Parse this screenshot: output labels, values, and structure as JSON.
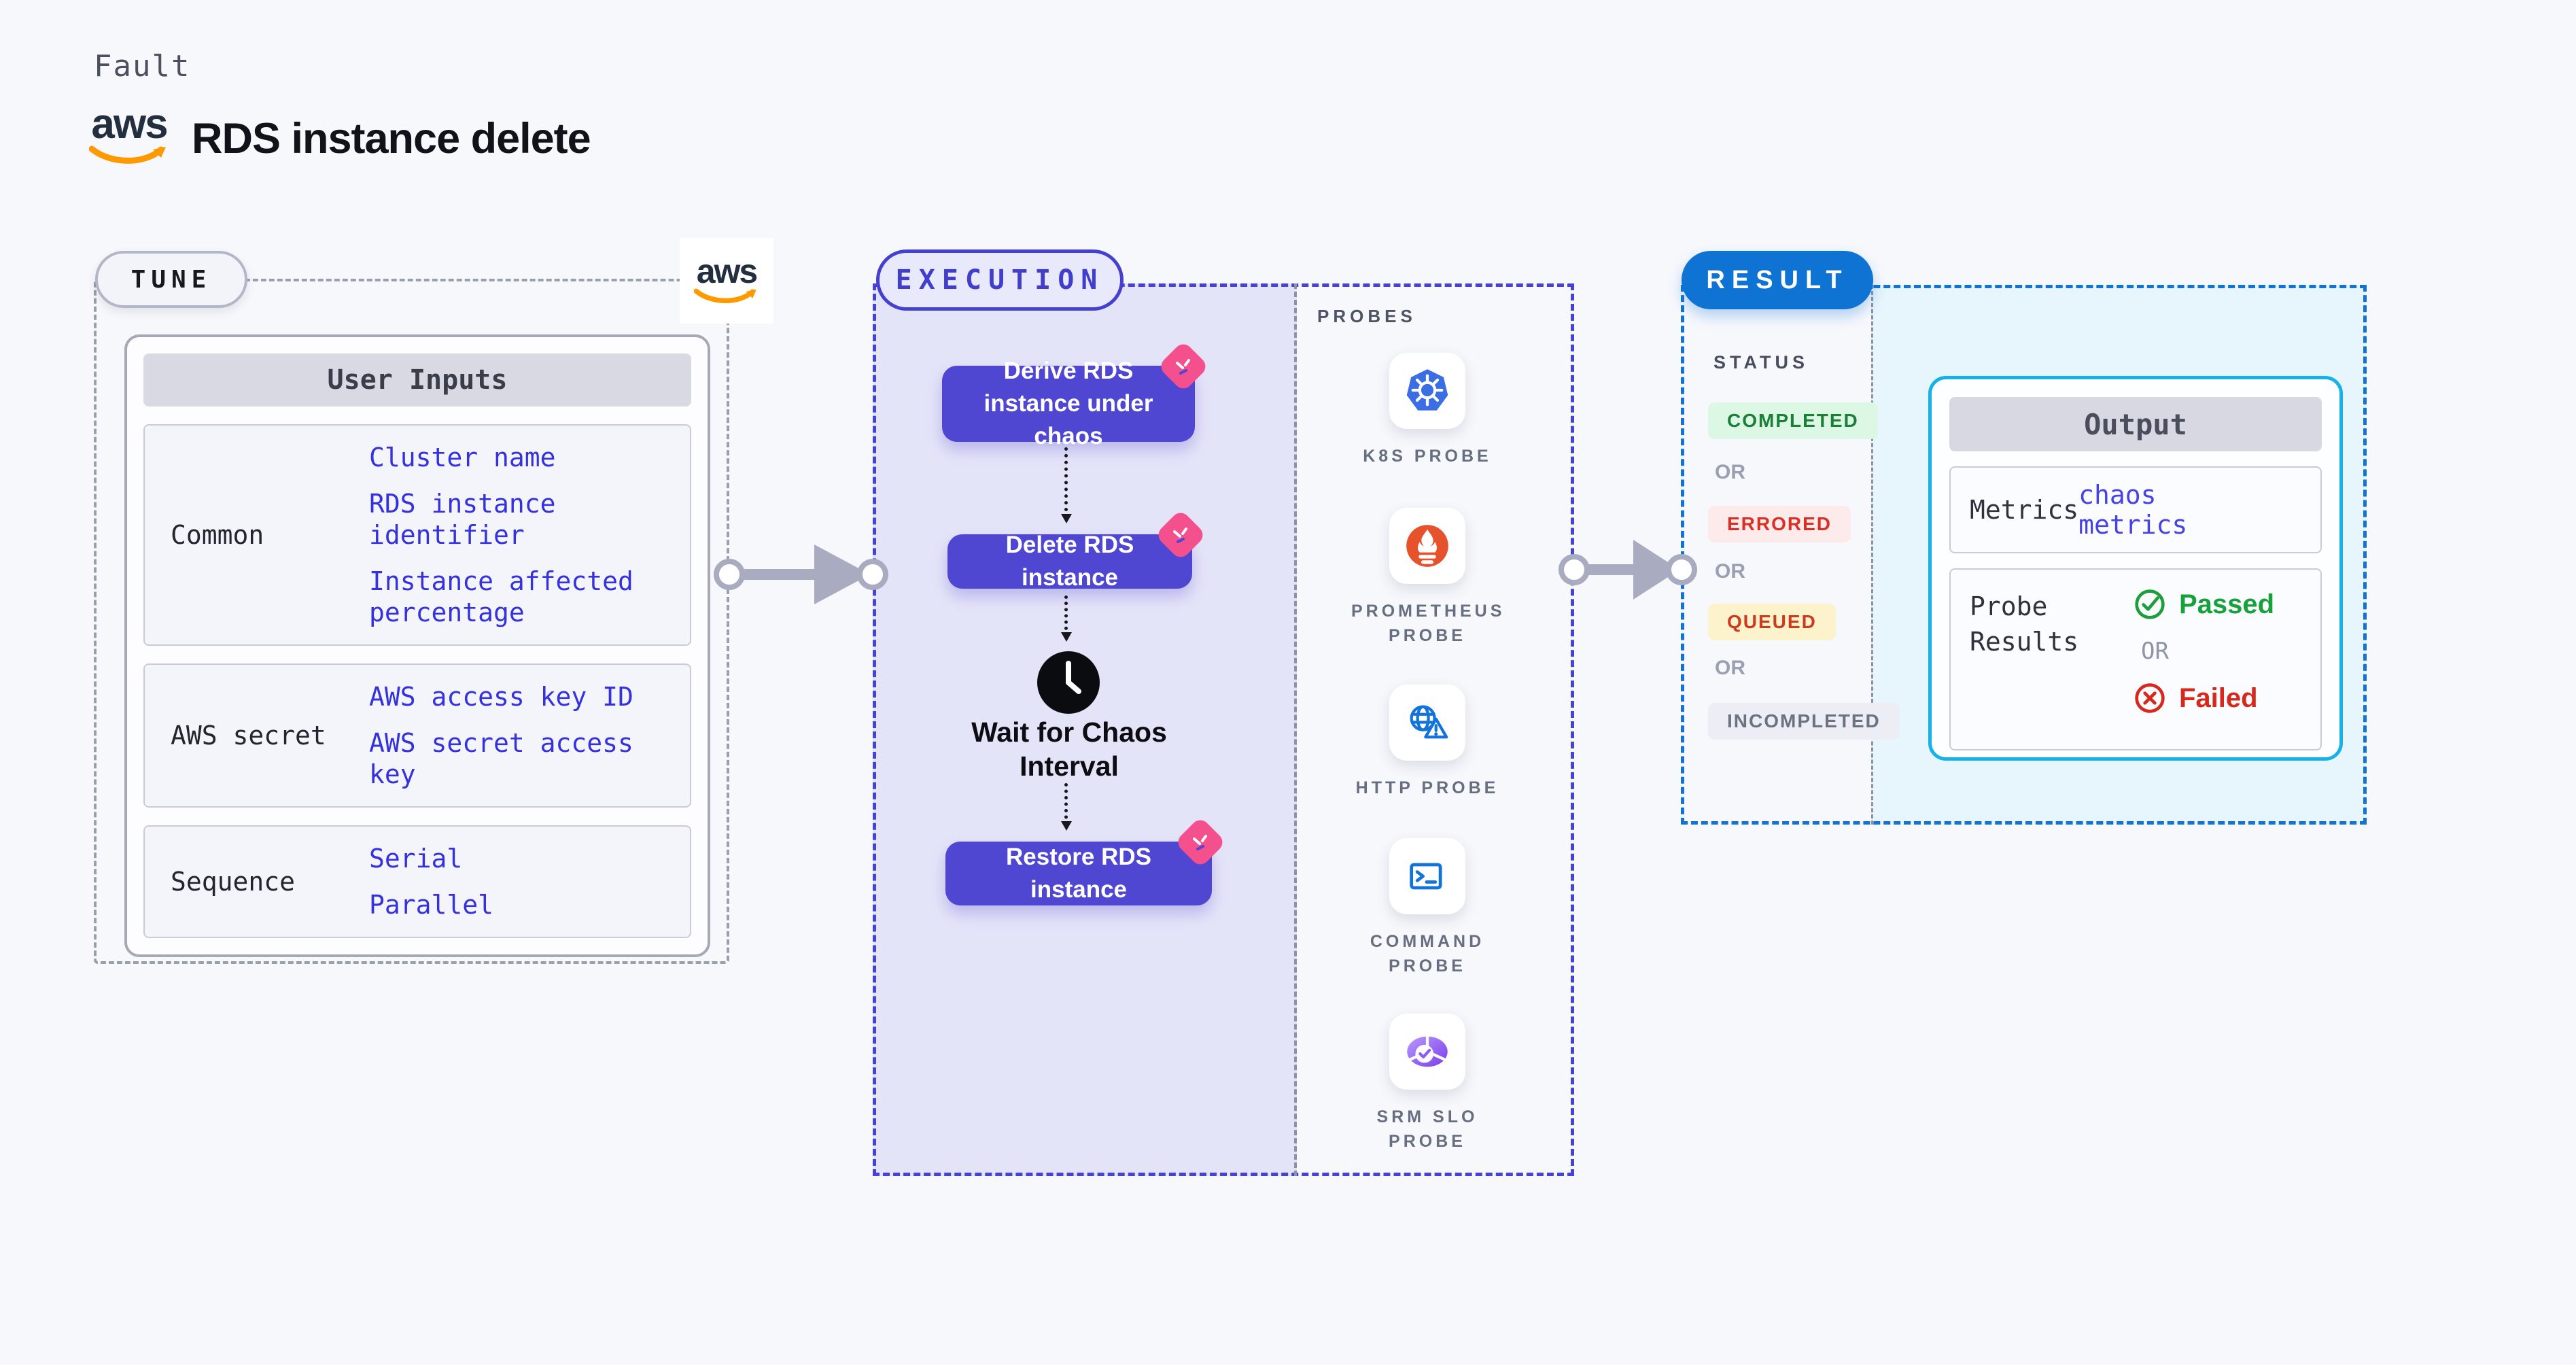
{
  "header": {
    "category": "Fault",
    "title": "RDS instance delete",
    "aws_logo_text": "aws"
  },
  "tune": {
    "pill": "TUNE",
    "table": {
      "header": "User Inputs",
      "rows": [
        {
          "label": "Common",
          "links": [
            "Cluster name",
            "RDS instance identifier",
            "Instance affected percentage"
          ]
        },
        {
          "label": "AWS secret",
          "links": [
            "AWS access key ID",
            "AWS secret access key"
          ]
        },
        {
          "label": "Sequence",
          "links": [
            "Serial",
            "Parallel"
          ]
        }
      ]
    }
  },
  "execution": {
    "pill": "EXECUTION",
    "nodes": [
      "Derive RDS instance under chaos",
      "Delete RDS instance",
      "Restore RDS instance"
    ],
    "wait_step": "Wait for Chaos Interval",
    "probes_title": "PROBES",
    "probes": [
      {
        "name": "K8S PROBE",
        "icon": "kubernetes-icon"
      },
      {
        "name": "PROMETHEUS PROBE",
        "icon": "prometheus-icon"
      },
      {
        "name": "HTTP PROBE",
        "icon": "globe-warning-icon"
      },
      {
        "name": "COMMAND PROBE",
        "icon": "terminal-icon"
      },
      {
        "name": "SRM SLO PROBE",
        "icon": "slo-pie-check-icon"
      }
    ]
  },
  "result": {
    "pill": "RESULT",
    "status_title": "STATUS",
    "or_label": "OR",
    "statuses": [
      {
        "label": "COMPLETED",
        "color": "#1a7f37",
        "bg": "#dcf7e3"
      },
      {
        "label": "ERRORED",
        "color": "#d93025",
        "bg": "#fdeaea"
      },
      {
        "label": "QUEUED",
        "color": "#cc3b1e",
        "bg": "#fcf2cc"
      },
      {
        "label": "INCOMPLETED",
        "color": "#6b7280",
        "bg": "#ecedf5"
      }
    ],
    "output": {
      "header": "Output",
      "metrics_label": "Metrics",
      "metrics_link": "chaos metrics",
      "probe_results_label": "Probe Results",
      "passed": "Passed",
      "failed": "Failed"
    }
  },
  "colors": {
    "page_bg": "#f7f8fc",
    "node_indigo": "#4f46d2",
    "chaos_pink": "#f4508e",
    "execution_border": "#4742d6",
    "result_border": "#1273d3",
    "output_border": "#14b2e8",
    "link_blue": "#3431dd",
    "passed_green": "#17a13a",
    "failed_red": "#d6281b",
    "aws_orange": "#ff9900",
    "aws_navy": "#232f3e"
  }
}
